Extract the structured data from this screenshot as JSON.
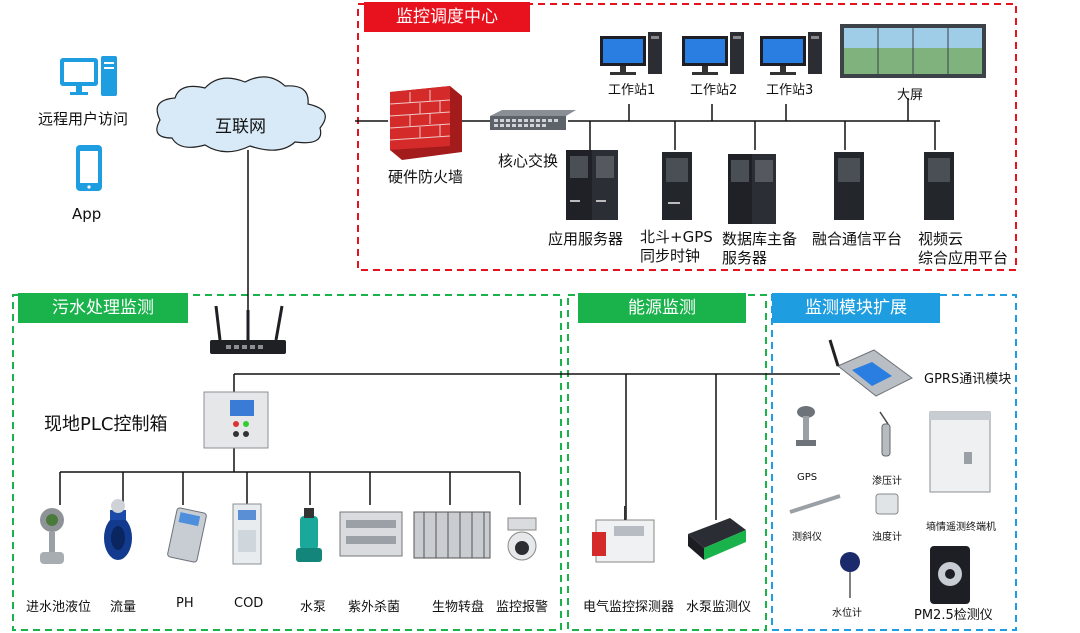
{
  "sections": {
    "center": "监控调度中心",
    "sewage": "污水处理监测",
    "energy": "能源监测",
    "expand": "监测模块扩展"
  },
  "colors": {
    "red": "#e8121f",
    "green": "#19b24b",
    "blue": "#1e9ee0",
    "wall": "#d42a2a"
  },
  "left": {
    "remote": "远程用户访问",
    "app": "App",
    "internet": "互联网"
  },
  "center_nodes": {
    "ws1": "工作站1",
    "ws2": "工作站2",
    "ws3": "工作站3",
    "bigscreen": "大屏",
    "firewall": "硬件防火墙",
    "switch": "核心交换",
    "app_server": "应用服务器",
    "beidou_1": "北斗+GPS",
    "beidou_2": "同步时钟",
    "db_1": "数据库主备",
    "db_2": "服务器",
    "fusion": "融合通信平台",
    "video_1": "视频云",
    "video_2": "综合应用平台"
  },
  "sewage_nodes": {
    "plc": "现地PLC控制箱",
    "items": [
      "进水池液位",
      "流量",
      "PH",
      "COD",
      "水泵",
      "紫外杀菌",
      "生物转盘",
      "监控报警"
    ]
  },
  "energy_nodes": {
    "items": [
      "电气监控探测器",
      "水泵监测仪"
    ]
  },
  "expand_nodes": {
    "gprs": "GPRS通讯模块",
    "gps": "GPS",
    "piezometer": "渗压计",
    "inclinometer": "测斜仪",
    "turbidity": "浊度计",
    "terminal": "墒情遥测终端机",
    "level": "水位计",
    "pm25": "PM2.5检测仪"
  }
}
